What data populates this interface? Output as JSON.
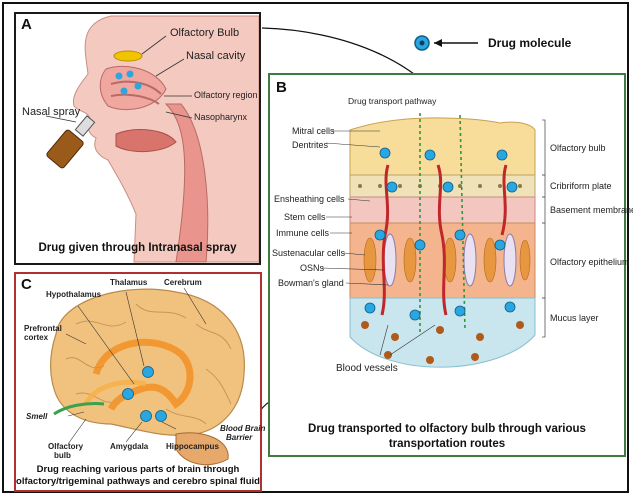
{
  "panel_a": {
    "letter": "A",
    "labels": {
      "olfactory_bulb": "Olfactory Bulb",
      "nasal_cavity": "Nasal cavity",
      "olfactory_region": "Olfactory region",
      "nasal_spray": "Nasal spray",
      "nasopharynx": "Nasopharynx"
    },
    "caption": "Drug given through Intranasal spray"
  },
  "legend": {
    "drug_molecule": "Drug molecule"
  },
  "panel_b": {
    "letter": "B",
    "pathway_label": "Drug transport pathway",
    "left_labels": {
      "mitral_cells": "Mitral cells",
      "dentrites": "Dentrites",
      "ensheathing_cells": "Ensheathing cells",
      "stem_cells": "Stem cells",
      "immune_cells": "Immune cells",
      "sustenacular_cells": "Sustenacular cells",
      "osns": "OSNs",
      "bowmans_gland": "Bowman's gland"
    },
    "right_labels": {
      "olfactory_bulb": "Olfactory bulb",
      "cribriform_plate": "Cribriform plate",
      "basement_membrane": "Basement membrane",
      "olfactory_epithelium": "Olfactory epithelium",
      "mucus_layer": "Mucus layer"
    },
    "blood_vessels": "Blood vessels",
    "caption_line1": "Drug transported to olfactory bulb through various",
    "caption_line2": "transportation routes"
  },
  "panel_c": {
    "letter": "C",
    "labels": {
      "thalamus": "Thalamus",
      "hypothalamus": "Hypothalamus",
      "cerebrum": "Cerebrum",
      "prefrontal_cortex_1": "Prefrontal",
      "prefrontal_cortex_2": "cortex",
      "smell": "Smell",
      "olfactory_bulb_1": "Olfactory",
      "olfactory_bulb_2": "bulb",
      "amygdala": "Amygdala",
      "hippocampus": "Hippocampus",
      "bbb_1": "Blood Brain",
      "bbb_2": "Barrier"
    },
    "caption_line1": "Drug reaching various parts of brain through",
    "caption_line2": "olfactory/trigeminal pathways and cerebro spinal fluid"
  },
  "colors": {
    "drug_molecule": "#2aa6e0",
    "panel_a_border": "#1a1a1a",
    "panel_b_border": "#3f7a3f",
    "panel_c_border": "#b03030",
    "blood_vessel": "#c0262a",
    "brain": "#f1c27d"
  }
}
